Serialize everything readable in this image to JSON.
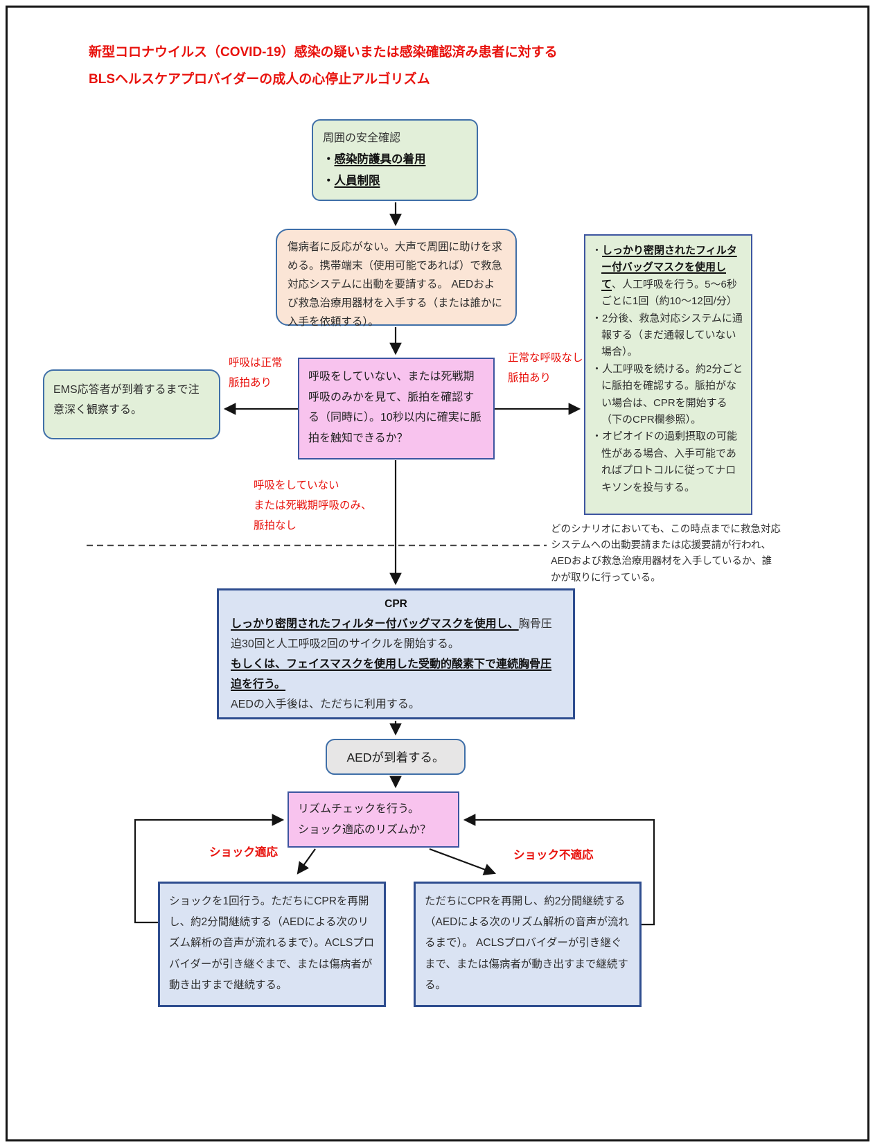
{
  "title": {
    "line1": "新型コロナウイルス（COVID-19）感染の疑いまたは感染確認済み患者に対する",
    "line2": "BLSヘルスケアプロバイダーの成人の心停止アルゴリズム"
  },
  "nodes": {
    "safety": {
      "heading": "周囲の安全確認",
      "mark": "・",
      "bullet1": "感染防護具の着用",
      "bullet2": "人員制限"
    },
    "unresponsive": {
      "text": "傷病者に反応がない。大声で周囲に助けを求める。携帯端末（使用可能であれば）で救急対応システムに出動を要請する。 AEDおよび救急治療用器材を入手する（または誰かに入手を依頼する）。"
    },
    "breathing_check": {
      "text": "呼吸をしていない、または死戦期呼吸のみかを見て、脈拍を確認する（同時に）。10秒以内に確実に脈拍を触知できるか？"
    },
    "ems_observe": {
      "text": "EMS応答者が到着するまで注意深く観察する。"
    },
    "rescue_breathing": {
      "mark": "・",
      "b1_bold": "しっかり密閉されたフィルター付バッグマスクを使用して",
      "b1_rest": "、人工呼吸を行う。5～6秒ごとに1回（約10～12回/分）",
      "b2": "2分後、救急対応システムに通報する（まだ通報していない場合）。",
      "b3": "人工呼吸を続ける。約2分ごとに脈拍を確認する。脈拍がない場合は、CPRを開始する（下のCPR欄参照）。",
      "b4": "オピオイドの過剰摂取の可能性がある場合、入手可能であればプロトコルに従ってナロキソンを投与する。"
    },
    "cpr": {
      "title": "CPR",
      "p1_bold": "しっかり密閉されたフィルター付バッグマスクを使用し、",
      "p1_rest": "胸骨圧迫30回と人工呼吸2回のサイクルを開始する。",
      "p2_bold": "もしくは、フェイスマスクを使用した受動的酸素下で連続胸骨圧迫を行う。",
      "p3": "AEDの入手後は、ただちに利用する。"
    },
    "aed_arrives": {
      "text": "AEDが到着する。"
    },
    "rhythm_check": {
      "line1": "リズムチェックを行う。",
      "line2": "ショック適応のリズムか？"
    },
    "shock_result": {
      "text": "ショックを1回行う。ただちにCPRを再開し、約2分間継続する（AEDによる次のリズム解析の音声が流れるまで）。ACLSプロバイダーが引き継ぐまで、または傷病者が動き出すまで継続する。"
    },
    "no_shock_result": {
      "text": "ただちにCPRを再開し、約2分間継続する（AEDによる次のリズム解析の音声が流れるまで）。 ACLSプロバイダーが引き継ぐまで、または傷病者が動き出すまで継続する。"
    }
  },
  "labels": {
    "normal_breathing": {
      "line1": "呼吸は正常",
      "line2": "脈拍あり"
    },
    "no_normal_breathing": {
      "line1": "正常な呼吸なし",
      "line2": "脈拍あり"
    },
    "no_breathing": {
      "line1": "呼吸をしていない",
      "line2": "または死戦期呼吸のみ、",
      "line3": "脈拍なし"
    },
    "shockable": "ショック適応",
    "non_shockable": "ショック不適応"
  },
  "note": {
    "text": "どのシナリオにおいても、この時点までに救急対応システムへの出動要請または応援要請が行われ、AEDおよび救急治療用器材を入手しているか、誰かが取りに行っている。"
  },
  "colors": {
    "title_red": "#e8120d",
    "label_red": "#e8120d",
    "green_fill": "#e2efd9",
    "peach_fill": "#fbe5d6",
    "pink_fill": "#f8c3ee",
    "blue_fill": "#dae3f3",
    "gray_fill": "#e7e6e6",
    "box_border_blue": "#3f6fa8",
    "dark_border_blue": "#2e4d8f"
  }
}
